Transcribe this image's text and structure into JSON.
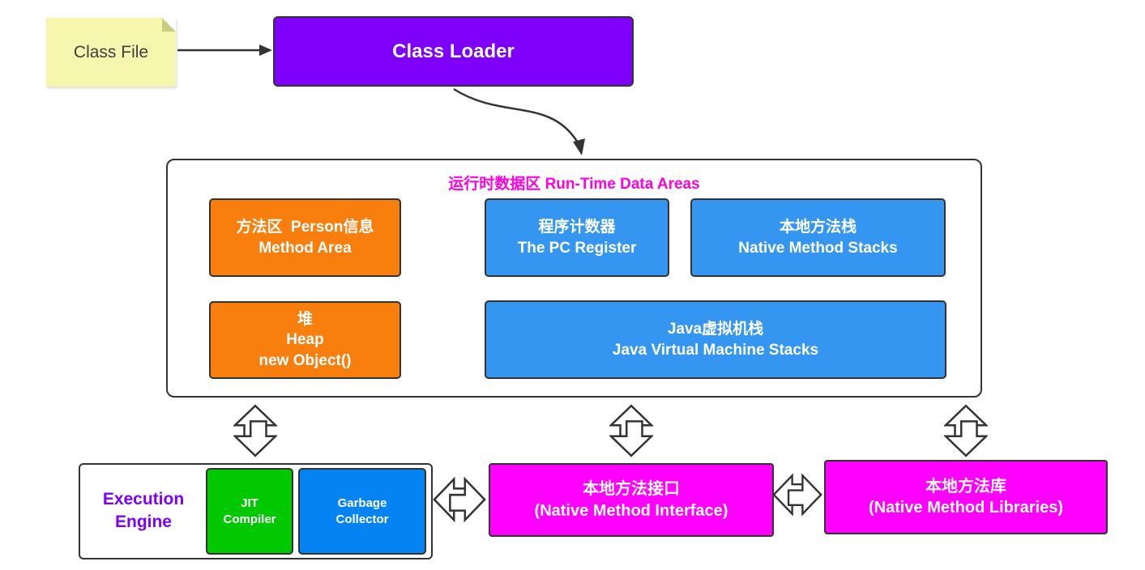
{
  "colors": {
    "purple": "#7E00FA",
    "orange": "#F87E0D",
    "blue": "#3596F2",
    "azure": "#0583F2",
    "green": "#02C802",
    "magenta": "#FF00FF",
    "title_magenta": "#FF00DF",
    "note_yellow": "#F6F6AE",
    "stroke_dark": "#333333"
  },
  "note": {
    "label": "Class File"
  },
  "class_loader": {
    "label": "Class Loader"
  },
  "runtime_area": {
    "title": "运行时数据区 Run-Time Data Areas",
    "method_area": {
      "line1": "方法区  Person信息",
      "line2": "Method Area"
    },
    "pc_register": {
      "line1": "程序计数器",
      "line2": "The PC Register"
    },
    "native_stacks": {
      "line1": "本地方法栈",
      "line2": "Native Method Stacks"
    },
    "heap": {
      "line1": "堆",
      "line2": "Heap",
      "line3": "new Object()"
    },
    "jvm_stacks": {
      "line1": "Java虚拟机栈",
      "line2": "Java Virtual Machine Stacks"
    }
  },
  "execution_engine": {
    "line1": "Execution",
    "line2": "Engine",
    "jit": {
      "line1": "JIT",
      "line2": "Compiler"
    },
    "gc": {
      "line1": "Garbage",
      "line2": "Collector"
    }
  },
  "native_method_interface": {
    "line1": "本地方法接口",
    "line2": "(Native Method Interface)"
  },
  "native_method_libraries": {
    "line1": "本地方法库",
    "line2": "(Native Method Libraries)"
  }
}
